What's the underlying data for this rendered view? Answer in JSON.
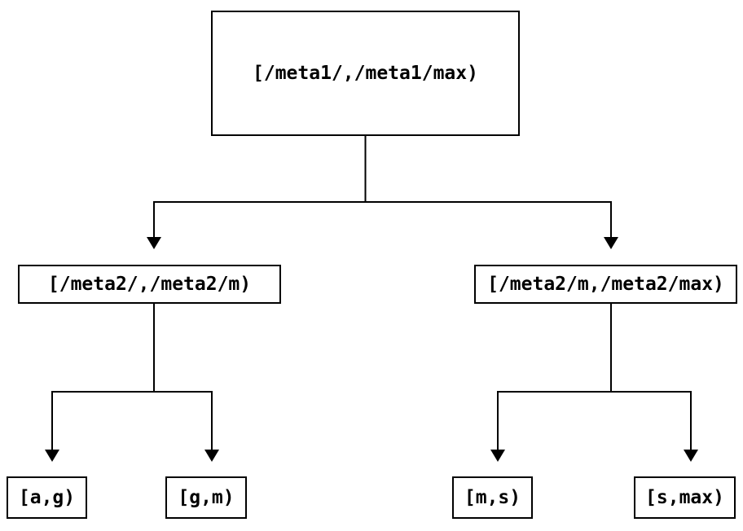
{
  "diagram": {
    "type": "tree",
    "background_color": "#ffffff",
    "line_color": "#000000",
    "text_color": "#000000",
    "nodes": {
      "root": {
        "label": "[/meta1/,/meta1/max)"
      },
      "meta2_low": {
        "label": "[/meta2/,/meta2/m)"
      },
      "meta2_high": {
        "label": "[/meta2/m,/meta2/max)"
      },
      "leaf_a_g": {
        "label": "[a,g)"
      },
      "leaf_g_m": {
        "label": "[g,m)"
      },
      "leaf_m_s": {
        "label": "[m,s)"
      },
      "leaf_s_max": {
        "label": "[s,max)"
      }
    },
    "edges": [
      {
        "from": "root",
        "to": "meta2_low"
      },
      {
        "from": "root",
        "to": "meta2_high"
      },
      {
        "from": "meta2_low",
        "to": "leaf_a_g"
      },
      {
        "from": "meta2_low",
        "to": "leaf_g_m"
      },
      {
        "from": "meta2_high",
        "to": "leaf_m_s"
      },
      {
        "from": "meta2_high",
        "to": "leaf_s_max"
      }
    ]
  }
}
